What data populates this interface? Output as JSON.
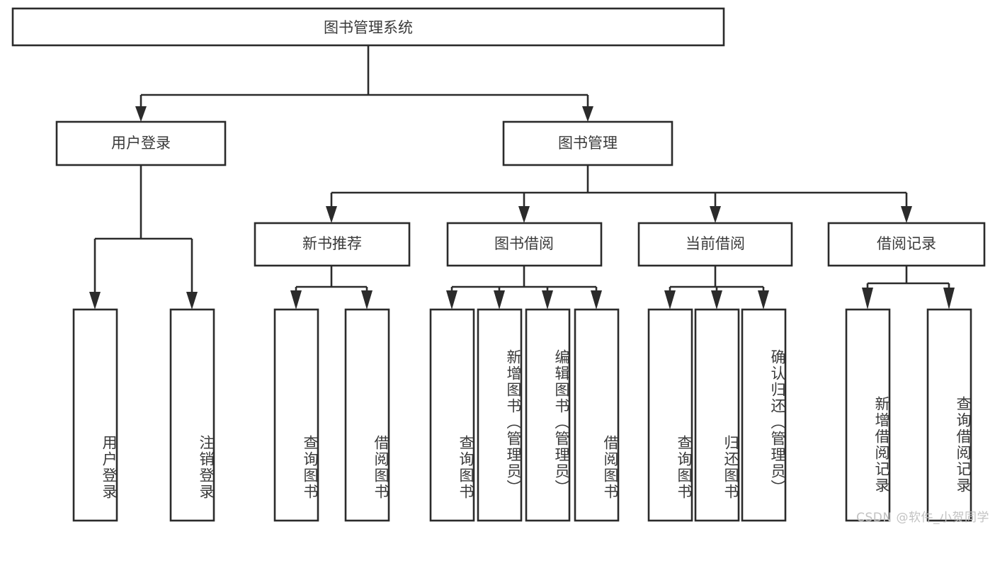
{
  "diagram": {
    "title": "图书管理系统",
    "type": "tree-hierarchy-diagram",
    "colors": {
      "background": "#ffffff",
      "box_fill": "#ffffff",
      "box_stroke": "#2b2b2b",
      "text": "#3a3a3a",
      "watermark": "#c2c2c2"
    },
    "root": {
      "label": "图书管理系统"
    },
    "level2": [
      {
        "label": "用户登录"
      },
      {
        "label": "图书管理"
      }
    ],
    "level3": [
      {
        "label": "新书推荐"
      },
      {
        "label": "图书借阅"
      },
      {
        "label": "当前借阅"
      },
      {
        "label": "借阅记录"
      }
    ],
    "leaves": {
      "user_login": [
        {
          "label": "用户登录"
        },
        {
          "label": "注销登录"
        }
      ],
      "new_book_recommend": [
        {
          "label": "查询图书"
        },
        {
          "label": "借阅图书"
        }
      ],
      "book_borrow": [
        {
          "label": "查询图书"
        },
        {
          "label": "新增图书（管理员）"
        },
        {
          "label": "编辑图书（管理员）"
        },
        {
          "label": "借阅图书"
        }
      ],
      "current_borrow": [
        {
          "label": "查询图书"
        },
        {
          "label": "归还图书"
        },
        {
          "label": "确认归还（管理员）"
        }
      ],
      "borrow_record": [
        {
          "label": "新增借阅记录"
        },
        {
          "label": "查询借阅记录"
        }
      ]
    }
  },
  "watermark": {
    "text": "CSDN @软件_小贺同学"
  }
}
